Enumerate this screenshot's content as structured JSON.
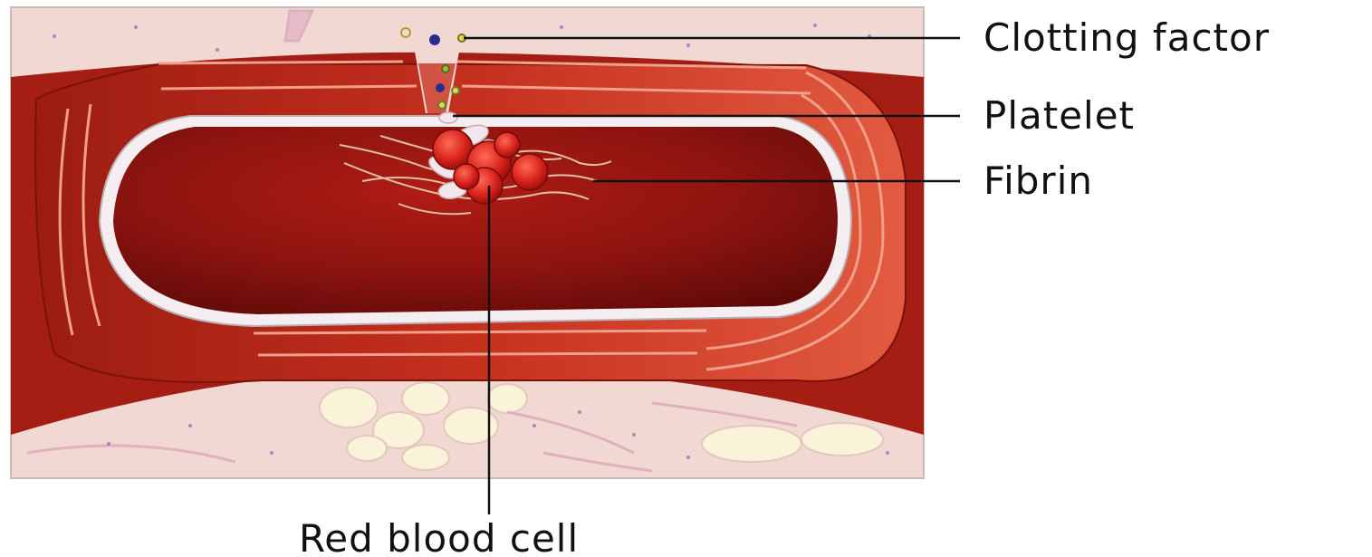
{
  "labels": {
    "clotting_factor": "Clotting factor",
    "platelet": "Platelet",
    "fibrin": "Fibrin",
    "red_blood_cell": "Red blood cell"
  },
  "colors": {
    "tissue": "#f2d8d3",
    "vessel_wall_outer": "#b32418",
    "vessel_wall_mid": "#cf3a24",
    "vessel_wall_light": "#e8654a",
    "lumen": "#8e1410",
    "lumen_dark": "#5e0a08",
    "endothelium": "#f4eef0",
    "rbc": "#d8221c",
    "platelet": "#f3e6ea",
    "fibrin": "#e7d3b8",
    "clotting_factor_green": "#8fbf3f",
    "clotting_factor_yellow": "#e8d35a",
    "clotting_factor_blue": "#2a2d8f",
    "fat_cell": "#fbf3d9",
    "leader_line": "#111111"
  }
}
